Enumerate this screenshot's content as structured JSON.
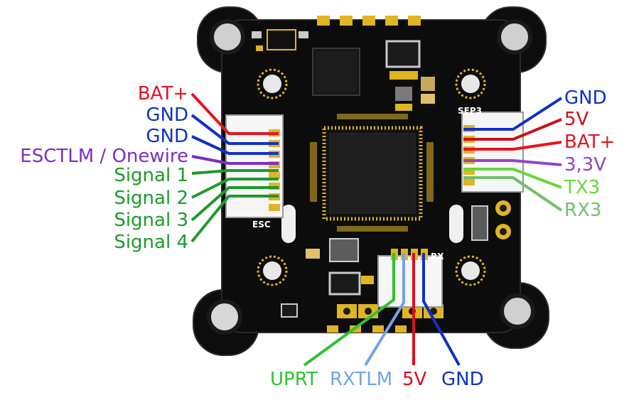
{
  "board": {
    "connectors": {
      "esc": "ESC",
      "sep": "SEP3",
      "rx": "RX"
    }
  },
  "pins": {
    "left": [
      {
        "label": "BAT+",
        "color": "#e8121f"
      },
      {
        "label": "GND",
        "color": "#1030c8"
      },
      {
        "label": "GND",
        "color": "#1030c8"
      },
      {
        "label": "ESCTLM / Onewire",
        "color": "#7b2fc4"
      },
      {
        "label": "Signal 1",
        "color": "#1e9a2a"
      },
      {
        "label": "Signal 2",
        "color": "#1e9a2a"
      },
      {
        "label": "Signal 3",
        "color": "#1e9a2a"
      },
      {
        "label": "Signal 4",
        "color": "#1e9a2a"
      }
    ],
    "right": [
      {
        "label": "GND",
        "color": "#1030c8"
      },
      {
        "label": "5V",
        "color": "#c8101a"
      },
      {
        "label": "BAT+",
        "color": "#e8121f"
      },
      {
        "label": "3,3V",
        "color": "#9544c0"
      },
      {
        "label": "TX3",
        "color": "#66d63c"
      },
      {
        "label": "RX3",
        "color": "#6fc06a"
      }
    ],
    "bottom": [
      {
        "label": "UPRT",
        "color": "#30c030"
      },
      {
        "label": "RXTLM",
        "color": "#72a4e6"
      },
      {
        "label": "5V",
        "color": "#d8101c"
      },
      {
        "label": "GND",
        "color": "#1030c8"
      }
    ]
  }
}
